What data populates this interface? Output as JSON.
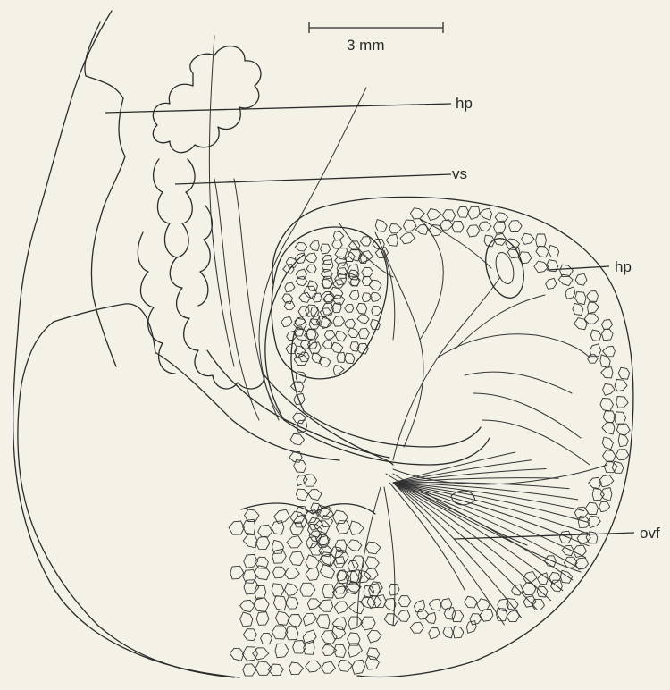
{
  "scale_bar": {
    "label": "3 mm"
  },
  "labels": [
    {
      "id": "hp-top",
      "text": "hp"
    },
    {
      "id": "vs",
      "text": "vs"
    },
    {
      "id": "hp-right",
      "text": "hp"
    },
    {
      "id": "ovf",
      "text": "ovf"
    }
  ],
  "colors": {
    "background": "#f4f1e7",
    "ink": "#2b2b2b"
  }
}
